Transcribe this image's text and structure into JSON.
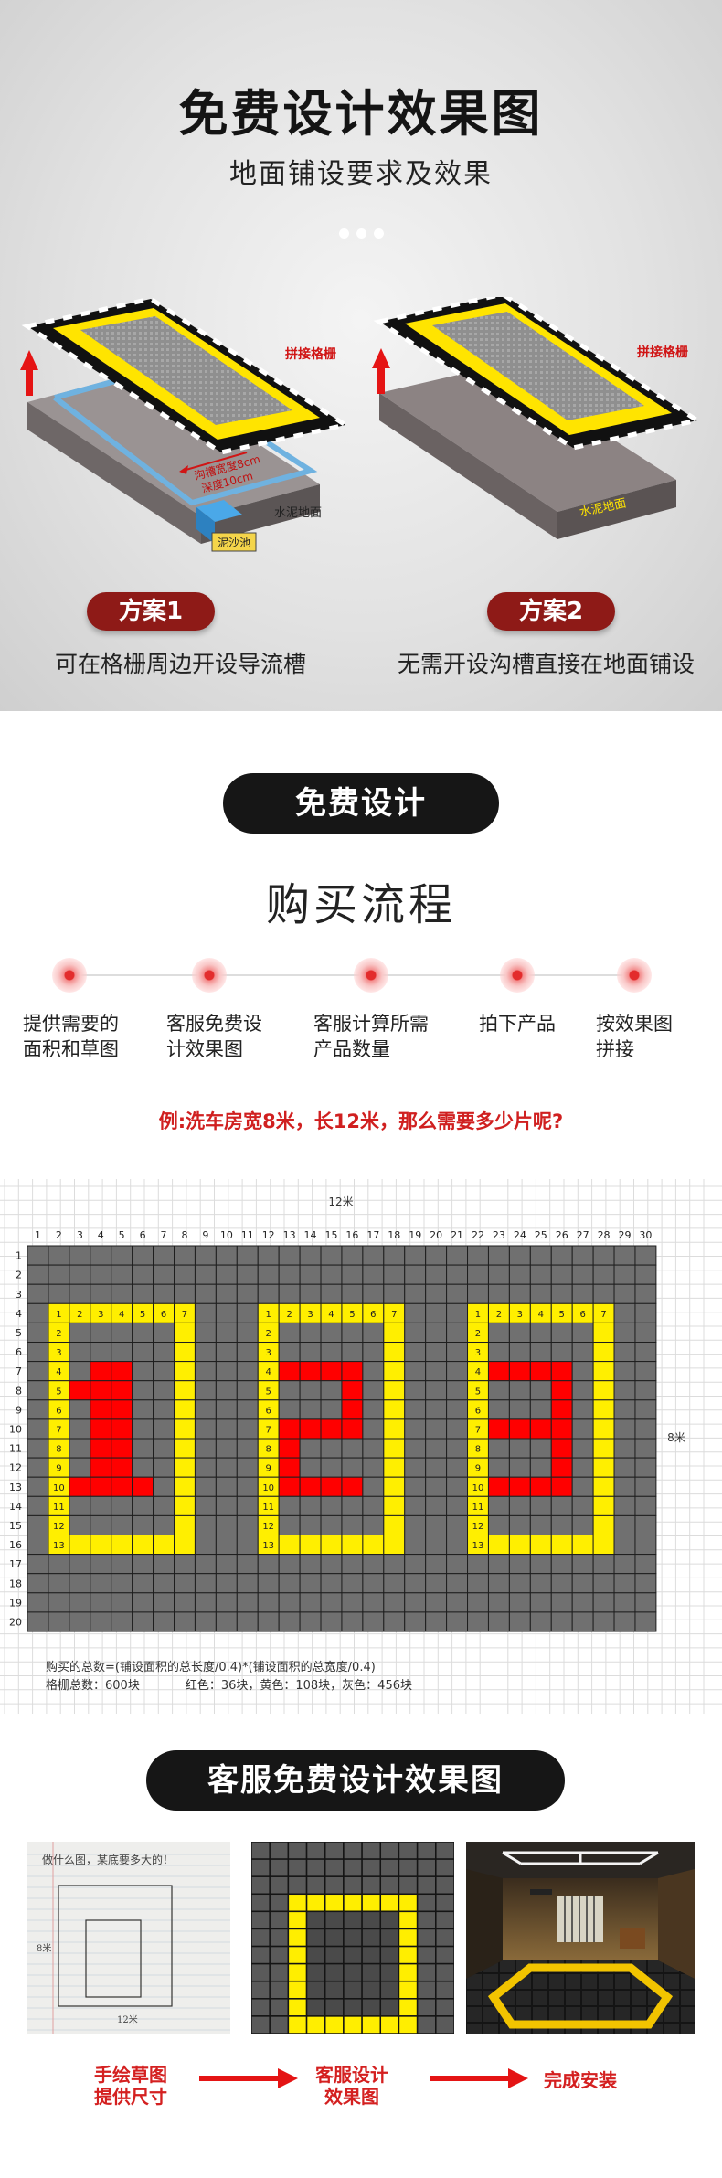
{
  "section1": {
    "title": "免费设计效果图",
    "subtitle": "地面铺设要求及效果",
    "plan1": {
      "badge": "方案1",
      "description": "可在格栅周边开设导流槽",
      "label_grate": "拼接格栅",
      "label_trench_width": "沟槽宽度8cm",
      "label_trench_depth": "深度10cm",
      "label_ground": "水泥地面",
      "label_pit": "泥沙池"
    },
    "plan2": {
      "badge": "方案2",
      "description": "无需开设沟槽直接在地面铺设",
      "label_grate": "拼接格栅",
      "label_ground": "水泥地面"
    }
  },
  "section2": {
    "badge": "免费设计",
    "title": "购买流程",
    "steps": [
      {
        "line1": "提供需要的",
        "line2": "面积和草图"
      },
      {
        "line1": "客服免费设",
        "line2": "计效果图"
      },
      {
        "line1": "客服计算所需",
        "line2": "产品数量"
      },
      {
        "line1": "拍下产品",
        "line2": ""
      },
      {
        "line1": "按效果图",
        "line2": "拼接"
      }
    ],
    "question": "例:洗车房宽8米，长12米，那么需要多少片呢?"
  },
  "grid": {
    "length_label": "12米",
    "width_label": "8米",
    "columns": 30,
    "rows": 20,
    "formula_line1": "购买的总数=(铺设面积的总长度/0.4)*(铺设面积的总宽度/0.4)",
    "formula_line2": "格栅总数：600块",
    "formula_colors": "红色：36块，黄色：108块，灰色：456块",
    "colors": {
      "gray": "#707070",
      "yellow": "#ffef00",
      "red": "#ff0000",
      "line": "#1e1e1e"
    }
  },
  "section4": {
    "badge": "客服免费设计效果图",
    "sketch_note": "做什么图，某底要多大的！",
    "sketch_side": "8米",
    "sketch_bottom": "12米",
    "labels": [
      {
        "line1": "手绘草图",
        "line2": "提供尺寸"
      },
      {
        "line1": "客服设计",
        "line2": "效果图"
      },
      {
        "line1": "完成安装",
        "line2": ""
      }
    ]
  }
}
